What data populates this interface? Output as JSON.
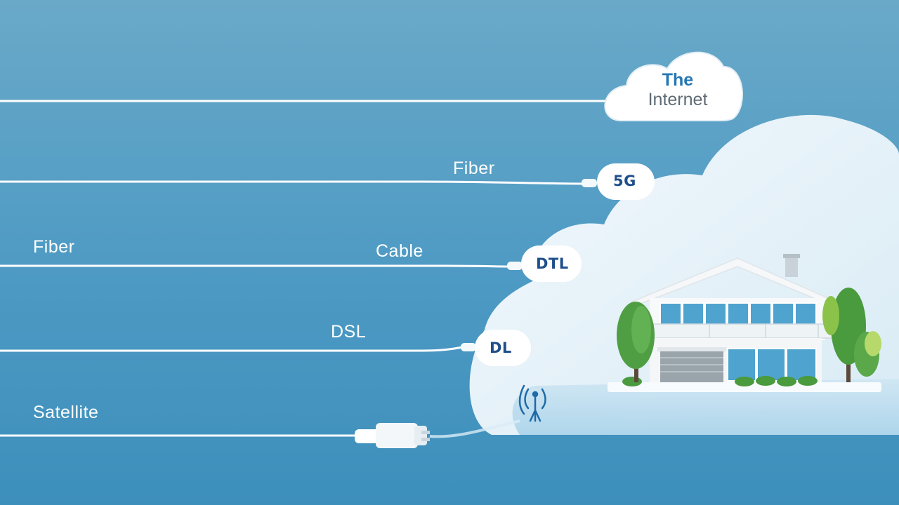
{
  "internet_cloud": {
    "title_line1": "The",
    "title_line2": "Internet"
  },
  "connection_labels": {
    "fiber_upper": "Fiber",
    "fiber_left": "Fiber",
    "cable": "Cable",
    "dsl": "DSL",
    "satellite": "Satellite"
  },
  "connector_badges": {
    "five_g": "5G",
    "dtl": "DTL",
    "dl": "DL"
  },
  "colors": {
    "background_top": "#6aa9c8",
    "background_bottom": "#3f92bd",
    "cloud": "#eaf4fa",
    "badge_text": "#1f4f8a",
    "title_blue": "#2577b4",
    "title_gray": "#5f6b74"
  },
  "icons": [
    "cloud-icon",
    "house-icon",
    "tree-icon",
    "antenna-icon",
    "cable-plug-icon"
  ]
}
